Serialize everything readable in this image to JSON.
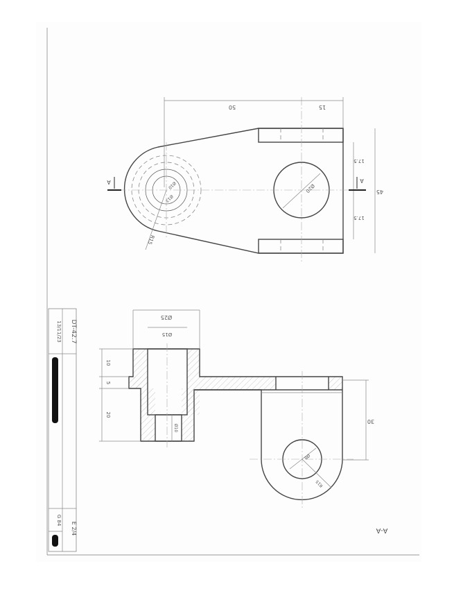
{
  "title_block": {
    "drawing_number": "DT-42.7",
    "date": "13/11/23",
    "group": "G 84",
    "sheet": "E 2/4"
  },
  "top_view": {
    "dim_length": "50",
    "dim_offset": "15",
    "dim_width": "45",
    "dim_half_upper": "17.5",
    "dim_half_lower": "17.5",
    "dim_hole": "Ø20",
    "dim_radius": "R15",
    "dim_inner": "Ø10",
    "dim_mid": "Ø13",
    "section_mark_left": "A",
    "section_mark_right": "A"
  },
  "section_view": {
    "label": "A-A",
    "dim_outer_dia": "Ø25",
    "dim_bore_dia": "Ø15",
    "dim_flange": "10",
    "dim_step": "5",
    "dim_hub": "20",
    "dim_small_bore": "Ø10",
    "dim_lug_length": "30",
    "dim_lug_hole": "Ø8",
    "dim_lug_radius": "R15"
  }
}
